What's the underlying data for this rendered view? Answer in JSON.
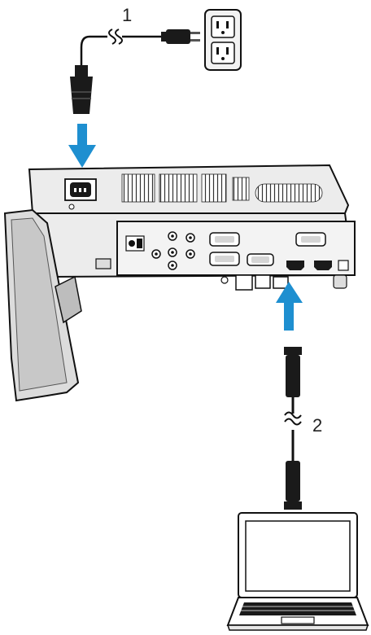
{
  "diagram": {
    "callouts": [
      {
        "id": "power-cord",
        "label": "1"
      },
      {
        "id": "hdmi-cable",
        "label": "2"
      }
    ]
  },
  "colors": {
    "arrow": "#1e8fd0",
    "line": "#1a1a1a",
    "body_fill": "#ececec",
    "panel_fill": "#f3f3f3"
  }
}
